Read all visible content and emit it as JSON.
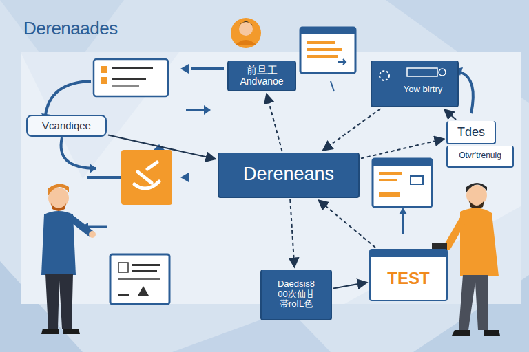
{
  "diagram": {
    "title": "Derenaades",
    "nodes": [
      {
        "text": [
          "前旦工",
          "Andvanoe"
        ]
      },
      {
        "text": [
          "Yow birtry"
        ]
      },
      {
        "text": [
          "Vcandiqee"
        ]
      },
      {
        "text": [
          "Dereneans"
        ]
      },
      {
        "text": [
          "Tdes"
        ]
      },
      {
        "text": [
          "Otvr'trenuig"
        ]
      },
      {
        "text": [
          "Daedsis8",
          "00次仙甘",
          "帯roIL色"
        ]
      },
      {
        "text": [
          "TEST"
        ]
      }
    ],
    "edges": [
      {
        "from": 2,
        "to": 3,
        "arrow": "to"
      },
      {
        "from": 3,
        "to": 0,
        "arrow": "to"
      },
      {
        "from": 1,
        "to": 3,
        "arrow": "to"
      },
      {
        "from": 3,
        "to": 4,
        "arrow": "to"
      },
      {
        "from": 4,
        "to": 1,
        "arrow": "to"
      },
      {
        "from": 3,
        "to": 6,
        "arrow": "to"
      },
      {
        "from": 6,
        "to": 7,
        "arrow": "to"
      },
      {
        "from": 7,
        "to": 3,
        "arrow": "to"
      }
    ]
  }
}
